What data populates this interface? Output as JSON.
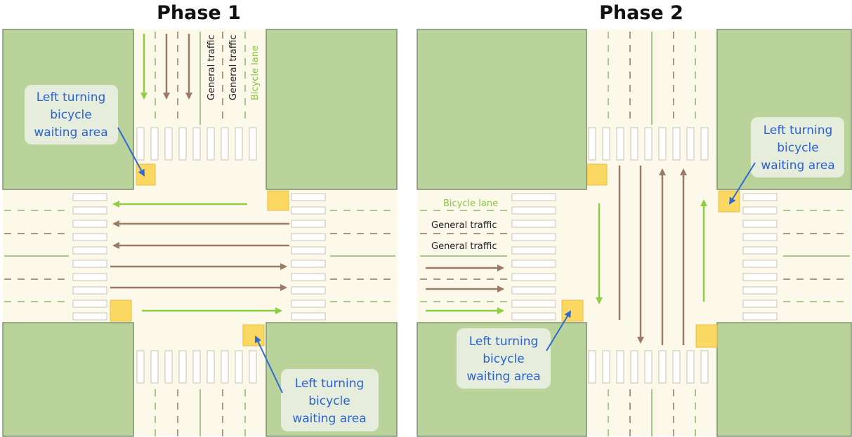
{
  "colors": {
    "block": "#b9d39b",
    "block_edge": "#7f8f73",
    "road": "#fcf9eb",
    "crosswalk_fill": "#ffffff",
    "crosswalk_stroke": "#c9c4b3",
    "lane_dash_green": "#a7c88c",
    "lane_dash_brown": "#a99780",
    "bicycle_arrow": "#8dcf43",
    "traffic_arrow": "#9a7b66",
    "waiting_box": "#fbd862",
    "waiting_box_edge": "#e9bd44",
    "callout_bg": "#e6eddc",
    "callout_text": "#2a62d6",
    "pointer": "#2f6ad4"
  },
  "phases": [
    {
      "title": "Phase 1",
      "callouts": [
        {
          "lines": [
            "Left turning",
            "bicycle",
            "waiting area"
          ]
        },
        {
          "lines": [
            "Left turning",
            "bicycle",
            "waiting area"
          ]
        }
      ],
      "lane_labels": [
        {
          "text": "General traffic",
          "kind": "general"
        },
        {
          "text": "General traffic",
          "kind": "general"
        },
        {
          "text": "Bicycle lane",
          "kind": "bicycle"
        }
      ]
    },
    {
      "title": "Phase 2",
      "callouts": [
        {
          "lines": [
            "Left turning",
            "bicycle",
            "waiting area"
          ]
        },
        {
          "lines": [
            "Left turning",
            "bicycle",
            "waiting area"
          ]
        }
      ],
      "lane_labels": [
        {
          "text": "Bicycle lane",
          "kind": "bicycle"
        },
        {
          "text": "General traffic",
          "kind": "general"
        },
        {
          "text": "General traffic",
          "kind": "general"
        }
      ]
    }
  ]
}
